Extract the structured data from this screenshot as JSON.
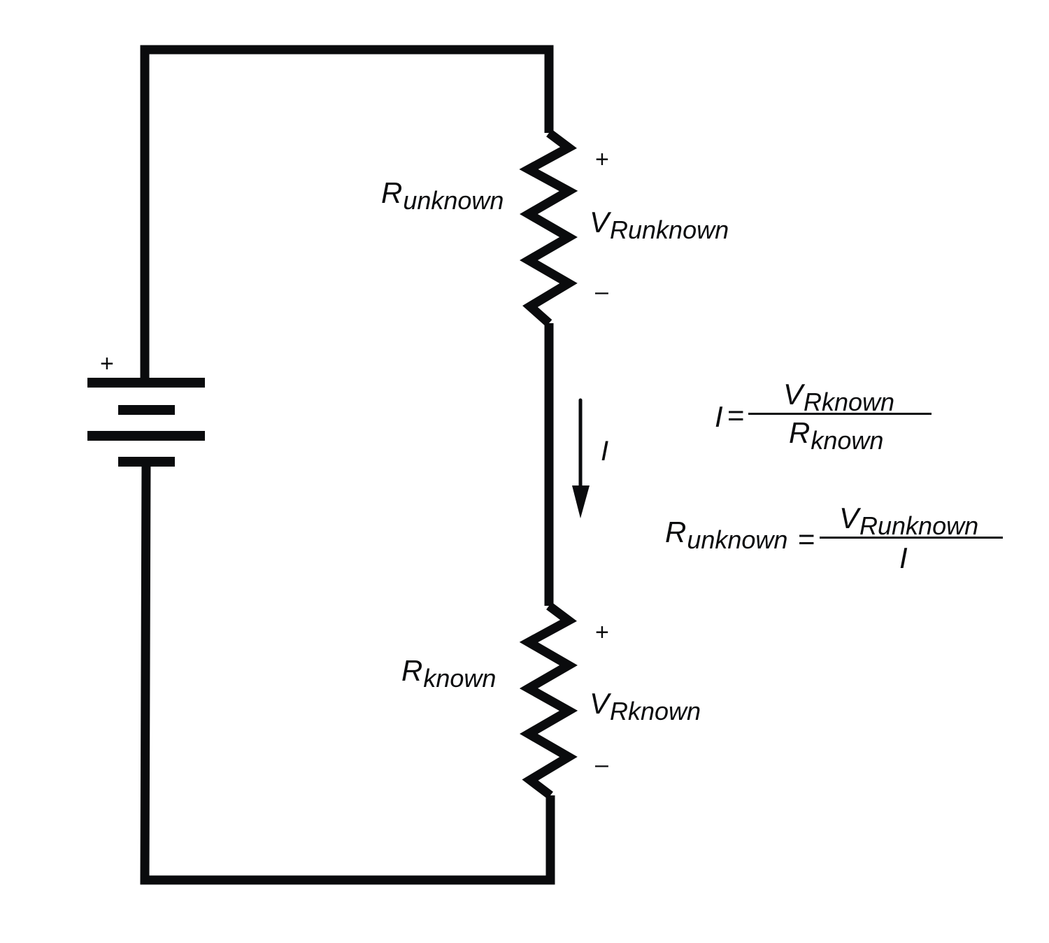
{
  "diagram": {
    "type": "series circuit schematic",
    "colors": {
      "wire": "#0a0b0d",
      "background": "#ffffff"
    },
    "battery": {
      "positive_sign": "+"
    },
    "resistor_unknown": {
      "label_main": "R",
      "label_sub": "unknown",
      "voltage_main": "V",
      "voltage_sub": "Runknown",
      "plus": "+",
      "minus": "–"
    },
    "resistor_known": {
      "label_main": "R",
      "label_sub": "known",
      "voltage_main": "V",
      "voltage_sub": "Rknown",
      "plus": "+",
      "minus": "–"
    },
    "current": {
      "label": "I",
      "direction": "down"
    },
    "equations": [
      {
        "lhs_main": "I",
        "lhs_sub": "",
        "equals": "=",
        "num_main": "V",
        "num_sub": "Rknown",
        "den_main": "R",
        "den_sub": "known"
      },
      {
        "lhs_main": "R",
        "lhs_sub": "unknown",
        "equals": "=",
        "num_main": "V",
        "num_sub": "Runknown",
        "den_main": "I",
        "den_sub": ""
      }
    ]
  }
}
